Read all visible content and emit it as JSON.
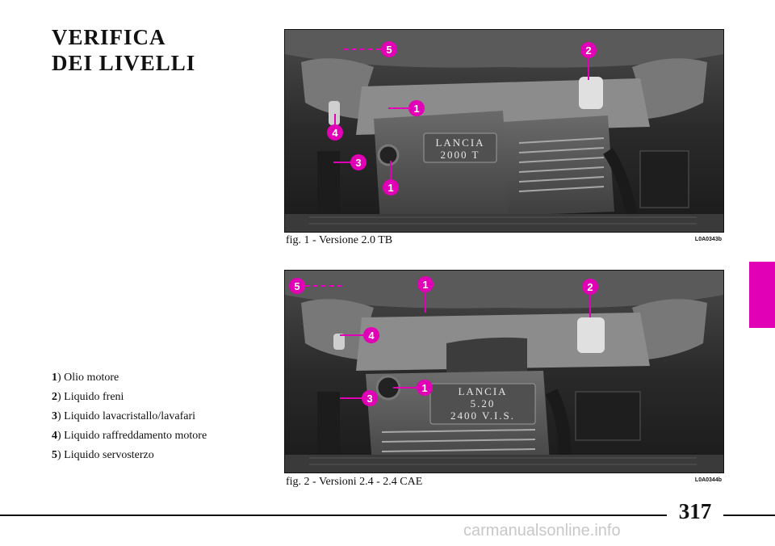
{
  "heading": {
    "line1": "VERIFICA",
    "line2": "DEI LIVELLI"
  },
  "legend": [
    {
      "num": "1",
      "text": ") Olio motore"
    },
    {
      "num": "2",
      "text": ") Liquido freni"
    },
    {
      "num": "3",
      "text": ") Liquido lavacristallo/lavafari"
    },
    {
      "num": "4",
      "text": ") Liquido raffreddamento motore"
    },
    {
      "num": "5",
      "text": ") Liquido servosterzo"
    }
  ],
  "figures": [
    {
      "caption": "fig. 1 - Versione 2.0 TB",
      "code": "L0A0343b",
      "plate": [
        "LANCIA",
        "2000 T"
      ],
      "markers": [
        "5",
        "2",
        "1",
        "4",
        "3",
        "1"
      ]
    },
    {
      "caption": "fig. 2 - Versioni 2.4 - 2.4 CAE",
      "code": "L0A0344b",
      "plate": [
        "LANCIA",
        "5.20",
        "2400  V.I.S."
      ],
      "markers": [
        "5",
        "1",
        "2",
        "4",
        "1",
        "3"
      ]
    }
  ],
  "accent_color": "#e100b6",
  "page_number": "317",
  "watermark": "carmanualsonline.info"
}
